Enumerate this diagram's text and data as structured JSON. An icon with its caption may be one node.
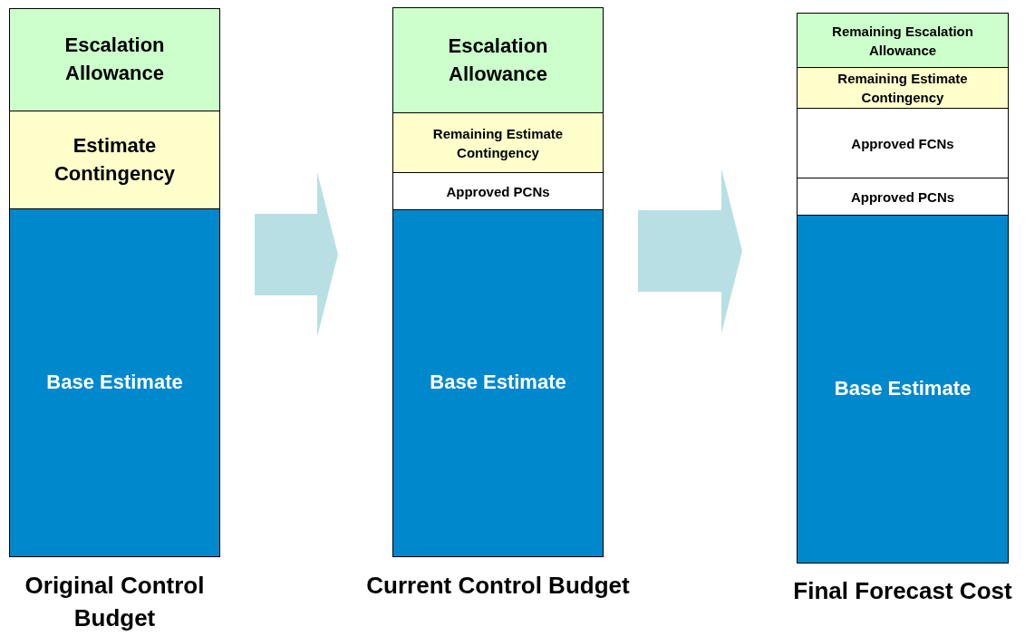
{
  "diagram": {
    "nodes": [
      {
        "text": [
          "Original Control Budget"
        ]
      },
      {
        "text": [
          "Escalation Allowance"
        ],
        "in": 0
      },
      {
        "text": [
          "Estimate Contingency"
        ],
        "in": 0
      },
      {
        "text": [
          "Base Estimate"
        ],
        "in": 0
      },
      {
        "text": [
          "Current Control Budget"
        ]
      },
      {
        "text": [
          "Escalation Allowance"
        ],
        "in": 4
      },
      {
        "text": [
          "Remaining Estimate Contingency"
        ],
        "in": 4
      },
      {
        "text": [
          "Approved PCNs"
        ],
        "in": 4
      },
      {
        "text": [
          "Base Estimate"
        ],
        "in": 4
      },
      {
        "text": [
          "Final Forecast Cost"
        ]
      },
      {
        "text": [
          "Remaining Escalation Allowance"
        ],
        "in": 9
      },
      {
        "text": [
          "Remaining Estimate Contingency"
        ],
        "in": 9
      },
      {
        "text": [
          "Approved FCNs"
        ],
        "in": 9
      },
      {
        "text": [
          "Approved PCNs"
        ],
        "in": 9
      },
      {
        "text": [
          "Base Estimate"
        ],
        "in": 9
      }
    ],
    "edges": [
      {
        "from": 0,
        "to": 4,
        "arrow": "to"
      },
      {
        "from": 4,
        "to": 9,
        "arrow": "to"
      }
    ]
  }
}
